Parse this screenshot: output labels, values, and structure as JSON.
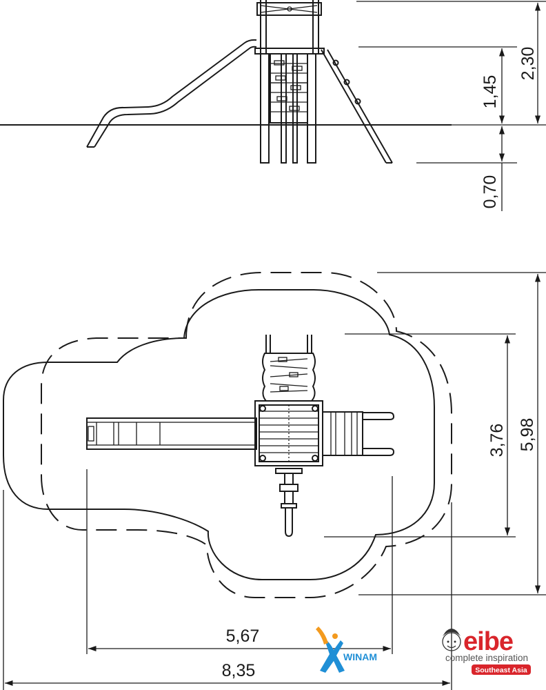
{
  "elevation": {
    "dimensions": {
      "total_height": "2,30",
      "platform_height": "1,45",
      "foundation_depth": "0,70"
    }
  },
  "plan": {
    "dimensions": {
      "inner_width": "5,67",
      "overall_width": "8,35",
      "inner_depth": "3,76",
      "overall_depth": "5,98"
    }
  },
  "branding": {
    "partner_logo_text": "WINAM",
    "brand_name": "eibe",
    "brand_tagline": "complete inspiration",
    "brand_region": "Southeast Asia",
    "colors": {
      "eibe_red": "#d9252b",
      "winam_blue": "#1f8fd6",
      "winam_orange": "#f39a1e"
    }
  }
}
